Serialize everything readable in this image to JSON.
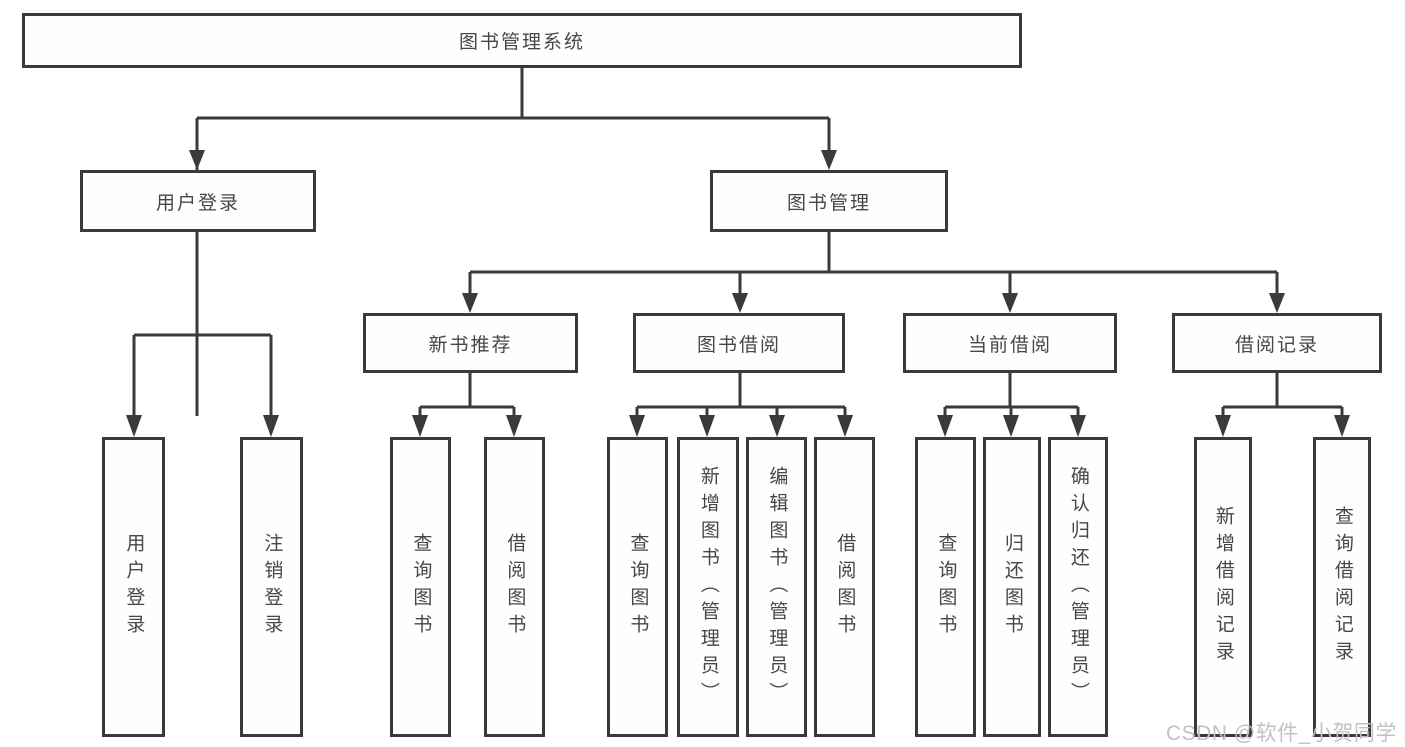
{
  "title": "图书管理系统",
  "branches": {
    "user_login": {
      "label": "用户登录",
      "children": [
        {
          "label": "用户登录"
        },
        {
          "label": "注销登录"
        }
      ]
    },
    "book_mgmt": {
      "label": "图书管理",
      "sections": [
        {
          "label": "新书推荐",
          "children": [
            {
              "label": "查询图书"
            },
            {
              "label": "借阅图书"
            }
          ]
        },
        {
          "label": "图书借阅",
          "children": [
            {
              "label": "查询图书"
            },
            {
              "label": "新增图书（管理员）"
            },
            {
              "label": "编辑图书（管理员）"
            },
            {
              "label": "借阅图书"
            }
          ]
        },
        {
          "label": "当前借阅",
          "children": [
            {
              "label": "查询图书"
            },
            {
              "label": "归还图书"
            },
            {
              "label": "确认归还（管理员）"
            }
          ]
        },
        {
          "label": "借阅记录",
          "children": [
            {
              "label": "新增借阅记录"
            },
            {
              "label": "查询借阅记录"
            }
          ]
        }
      ]
    }
  },
  "watermark": "CSDN @软件_小贺同学",
  "colors": {
    "line": "#3a3a3a",
    "text": "#474747",
    "background": "#ffffff",
    "watermark": "#c2c2c2"
  }
}
